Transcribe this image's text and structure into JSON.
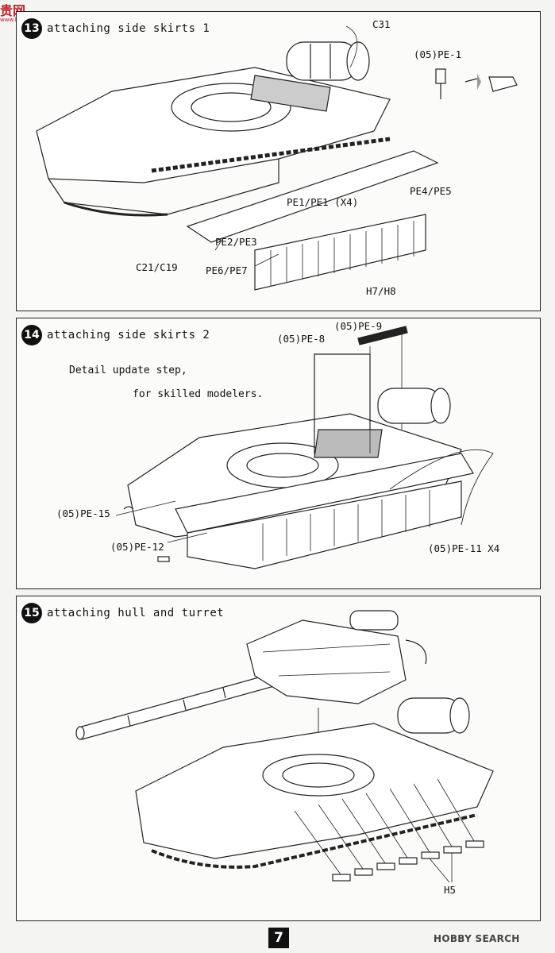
{
  "watermark": {
    "hanzi": "贵网",
    "domain": "www.hobbycentre.com"
  },
  "steps": [
    {
      "number": "13",
      "title": "attaching side skirts 1",
      "labels": {
        "c31": "C31",
        "pe1_top": "(05)PE-1",
        "pe1_x4": "PE1/PE1 (X4)",
        "pe4_pe5": "PE4/PE5",
        "pe2_pe3": "PE2/PE3",
        "c21_c19": "C21/C19",
        "pe6_pe7": "PE6/PE7",
        "h7_h8": "H7/H8"
      }
    },
    {
      "number": "14",
      "title": "attaching side skirts 2",
      "note_line1": "Detail update step,",
      "note_line2": "for skilled modelers.",
      "labels": {
        "pe9": "(05)PE-9",
        "pe8": "(05)PE-8",
        "pe15": "(05)PE-15",
        "pe12": "(05)PE-12",
        "pe11": "(05)PE-11 X4"
      }
    },
    {
      "number": "15",
      "title": "attaching hull and turret",
      "labels": {
        "h5": "H5"
      }
    }
  ],
  "page_number": "7",
  "brand": "HOBBY SEARCH"
}
